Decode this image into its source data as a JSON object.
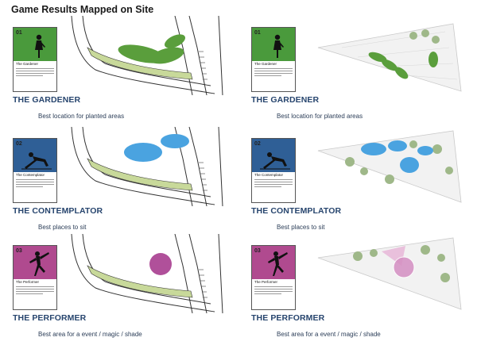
{
  "page_title": "Game Results Mapped on Site",
  "colors": {
    "gardener": "#4a9a3c",
    "contemplator": "#2f5f96",
    "performer": "#b04a8f",
    "green_blob": "#5a9e3c",
    "blue_blob": "#4aa3e0",
    "pink_blob": "#b0509a",
    "role_text": "#27456e"
  },
  "rows": [
    {
      "number": "01",
      "card_name": "The Gardener",
      "figure_icon": "gardener-figure-icon",
      "role": "THE GARDENER",
      "caption": "Best location for planted areas"
    },
    {
      "number": "02",
      "card_name": "The Contemplator",
      "figure_icon": "reclining-figure-icon",
      "role": "THE CONTEMPLATOR",
      "caption": "Best places to sit"
    },
    {
      "number": "03",
      "card_name": "The Performer",
      "figure_icon": "dancer-figure-icon",
      "role": "THE PERFORMER",
      "caption": "Best area for a event / magic / shade"
    }
  ]
}
